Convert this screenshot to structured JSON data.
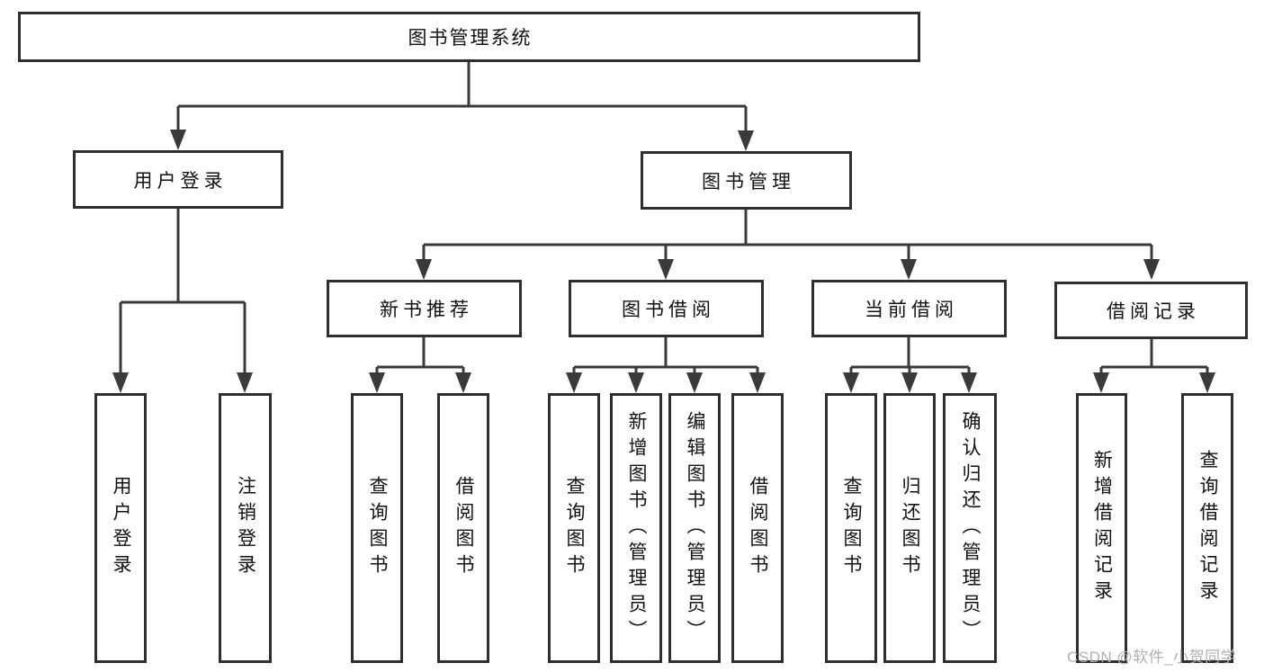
{
  "diagram": {
    "root": {
      "label": "图书管理系统"
    },
    "level1": [
      {
        "label": "用户登录",
        "children": [
          {
            "label": "用户登录"
          },
          {
            "label": "注销登录"
          }
        ]
      },
      {
        "label": "图书管理",
        "children": [
          {
            "label": "新书推荐",
            "children": [
              {
                "label": "查询图书"
              },
              {
                "label": "借阅图书"
              }
            ]
          },
          {
            "label": "图书借阅",
            "children": [
              {
                "label": "查询图书"
              },
              {
                "label": "新增图书（管理员）"
              },
              {
                "label": "编辑图书（管理员）"
              },
              {
                "label": "借阅图书"
              }
            ]
          },
          {
            "label": "当前借阅",
            "children": [
              {
                "label": "查询图书"
              },
              {
                "label": "归还图书"
              },
              {
                "label": "确认归还（管理员）"
              }
            ]
          },
          {
            "label": "借阅记录",
            "children": [
              {
                "label": "新增借阅记录"
              },
              {
                "label": "查询借阅记录"
              }
            ]
          }
        ]
      }
    ]
  },
  "watermark": {
    "text": "CSDN @软件_小贺同学",
    "color": "#b0b0b0"
  },
  "colors": {
    "line": "#3a3a3a",
    "box_border": "#2e2e2e",
    "text": "#111111",
    "background": "#ffffff"
  }
}
